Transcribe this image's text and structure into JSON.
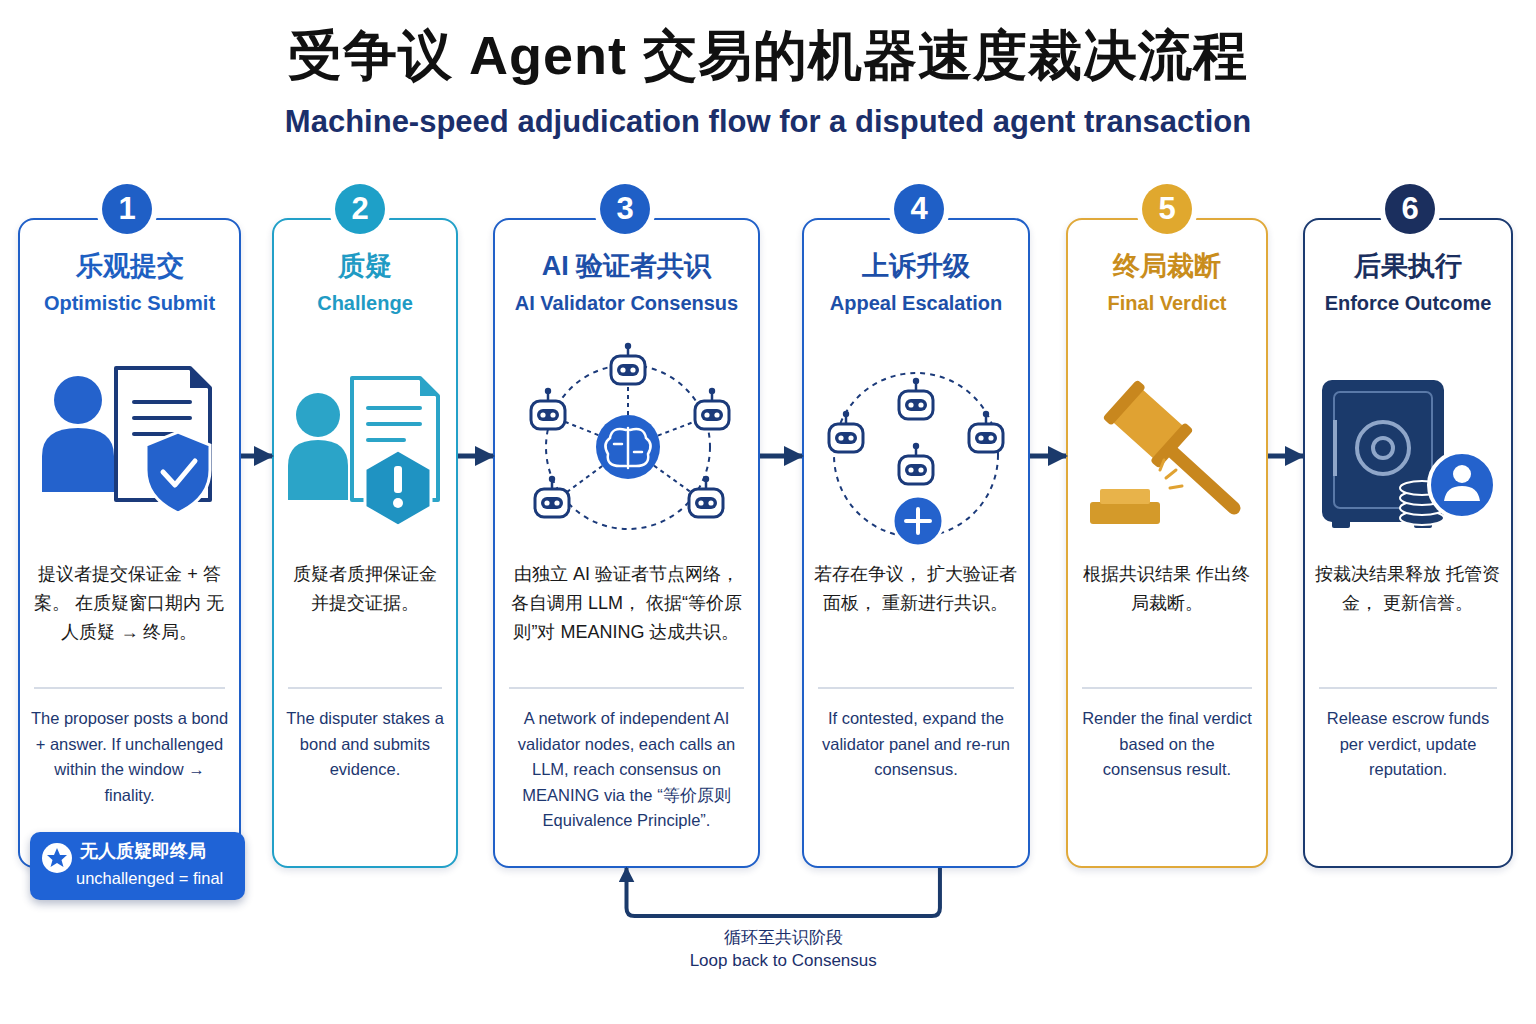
{
  "diagram": {
    "title": "受争议 Agent 交易的机器速度裁决流程",
    "nodes": [
      {
        "text": [
          "乐观提交",
          "Optimistic Submit",
          "提议者提交保证金 + 答案。 在质疑窗口期内 无人质疑 → 终局。",
          "The proposer posts a bond + answer. If unchallenged within the window → finality."
        ]
      },
      {
        "text": [
          "1"
        ],
        "in": 0
      },
      {
        "text": [
          "无人质疑即终局",
          "unchallenged = final"
        ],
        "in": 0
      },
      {
        "text": [
          "质疑",
          "Challenge",
          "质疑者质押保证金 并提交证据。",
          "The disputer stakes a bond and submits evidence."
        ]
      },
      {
        "text": [
          "2"
        ],
        "in": 3
      },
      {
        "text": [
          "AI 验证者共识",
          "AI Validator Consensus",
          "由独立 AI 验证者节点网络， 各自调用 LLM， 依据“等价原则”对 MEANING 达成共识。",
          "A network of independent AI validator nodes, each calls an LLM, reach consensus on MEANING via the “等价原则 Equivalence Principle”."
        ]
      },
      {
        "text": [
          "3"
        ],
        "in": 5
      },
      {
        "text": [
          "上诉升级",
          "Appeal Escalation",
          "若存在争议， 扩大验证者面板， 重新进行共识。",
          "If contested, expand the validator panel and re-run consensus."
        ]
      },
      {
        "text": [
          "4"
        ],
        "in": 7
      },
      {
        "text": [
          "终局裁断",
          "Final Verdict",
          "根据共识结果 作出终局裁断。",
          "Render the final verdict based on the consensus result."
        ]
      },
      {
        "text": [
          "5"
        ],
        "in": 9
      },
      {
        "text": [
          "后果执行",
          "Enforce Outcome",
          "按裁决结果释放 托管资金， 更新信誉。",
          "Release escrow funds per verdict, update reputation."
        ]
      },
      {
        "text": [
          "6"
        ],
        "in": 11
      }
    ],
    "edges": [
      {
        "from": 0,
        "to": 3,
        "arrow": "to"
      },
      {
        "from": 3,
        "to": 5,
        "arrow": "to"
      },
      {
        "from": 5,
        "to": 7,
        "arrow": "to"
      },
      {
        "from": 7,
        "to": 9,
        "arrow": "to"
      },
      {
        "from": 9,
        "to": 11,
        "arrow": "to"
      },
      {
        "from": 7,
        "to": 5,
        "label": "循环至共识阶段",
        "arrow": "to"
      }
    ],
    "labels": [
      "Machine-speed adjudication flow for a disputed agent transaction",
      "Loop back to Consensus"
    ]
  }
}
